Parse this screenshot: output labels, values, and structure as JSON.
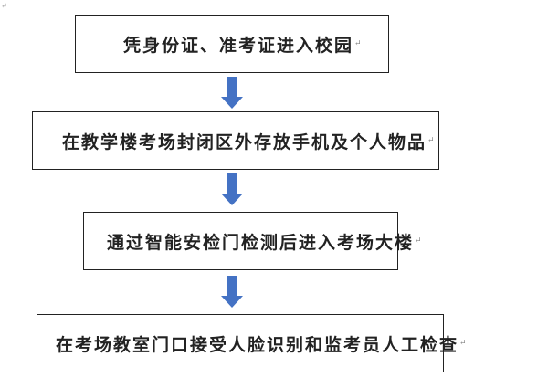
{
  "corner_mark": "↵",
  "return_mark": "↵",
  "arrow_color": "#4472C4",
  "steps": [
    {
      "label": "凭身份证、准考证进入校园"
    },
    {
      "label": "在教学楼考场封闭区外存放手机及个人物品"
    },
    {
      "label": "通过智能安检门检测后进入考场大楼"
    },
    {
      "label": "在考场教室门口接受人脸识别和监考员人工检查"
    }
  ]
}
